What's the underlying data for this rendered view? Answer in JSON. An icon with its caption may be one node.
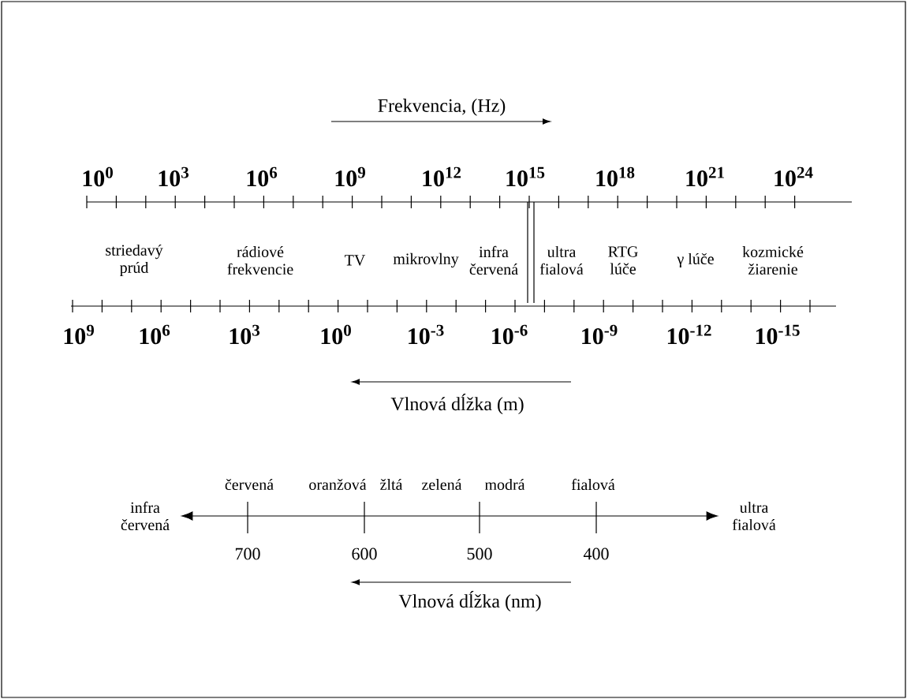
{
  "diagram": {
    "nodes": [
      {
        "text": [
          "infra červená"
        ]
      },
      {
        "text": [
          "ultra fialová"
        ]
      }
    ],
    "edges": [
      {
        "from": 0,
        "to": 1,
        "arrow": "both"
      }
    ],
    "labels": [
      "Frekvencia, (Hz)",
      "10$^{0}$",
      "10$^{3}$",
      "10$^{6}$",
      "10$^{9}$",
      "10$^{12}$",
      "10$^{15}$",
      "10$^{18}$",
      "10$^{21}$",
      "10$^{24}$",
      "striedavý prúd",
      "rádiové frekvencie",
      "TV",
      "mikrovlny",
      "infra červená",
      "ultra fialová",
      "RTG lúče",
      "γ lúče",
      "kozmické žiarenie",
      "10$^{9}$",
      "10$^{6}$",
      "10$^{3}$",
      "10$^{0}$",
      "10$^{-3}$",
      "10$^{-6}$",
      "10$^{-9}$",
      "10$^{-12}$",
      "10$^{-15}$",
      "Vlnová dĺžka (m)",
      "červená",
      "oranžová",
      "žltá",
      "zelená",
      "modrá",
      "fialová",
      "700",
      "600",
      "500",
      "400",
      "Vlnová dĺžka (nm)"
    ]
  }
}
